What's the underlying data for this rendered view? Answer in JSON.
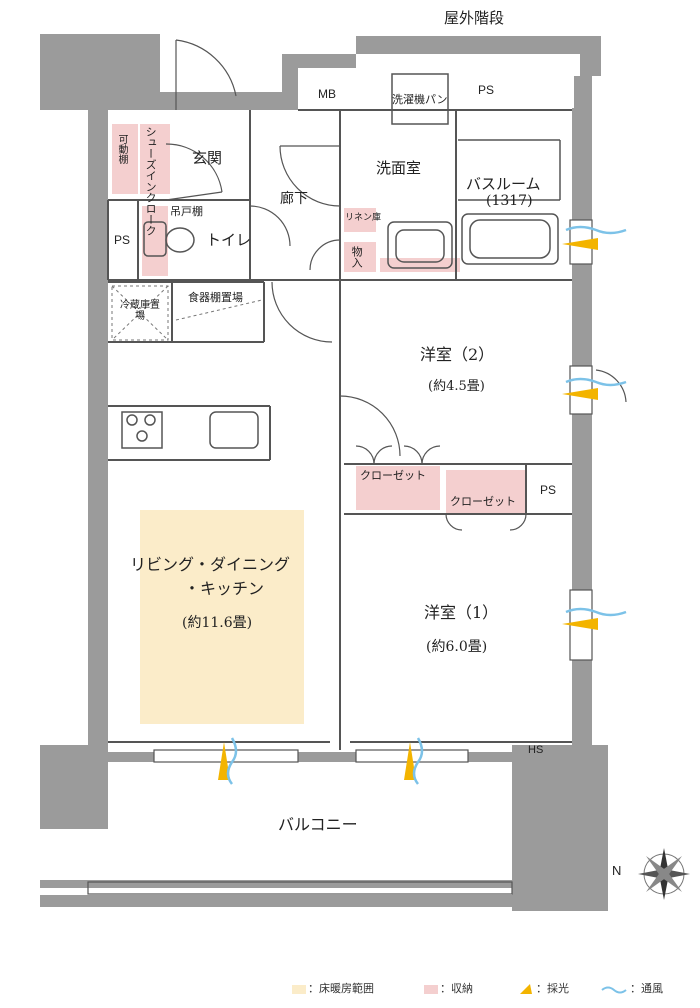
{
  "labels": {
    "exterior_stairs": "屋外階段",
    "mb": "MB",
    "ps_top": "PS",
    "washer_pan": "洗濯機パン",
    "entrance": "玄関",
    "shoe_closet": "シューズインクローク",
    "movable_shelf": "可動棚",
    "washroom": "洗面室",
    "bathroom": "バスルーム",
    "bathroom_size": "(1317)",
    "corridor": "廊下",
    "linen": "リネン庫",
    "storage": "物入",
    "hanging_shelf": "吊戸棚",
    "ps_left": "PS",
    "toilet": "トイレ",
    "fridge": "冷蔵庫置場",
    "dish_shelf": "食器棚置場",
    "room2": "洋室（2）",
    "room2_size": "(約4.5畳)",
    "closet_a": "クローゼット",
    "closet_b": "クローゼット",
    "ps_mid": "PS",
    "ldk_line1": "リビング・ダイニング",
    "ldk_line2": "・キッチン",
    "ldk_size": "(約11.6畳)",
    "room1": "洋室（1）",
    "room1_size": "(約6.0畳)",
    "hs": "HS",
    "balcony": "バルコニー",
    "north": "N"
  },
  "legend": [
    {
      "label": "：床暖房範囲",
      "color": "#fbecc9"
    },
    {
      "label": "：収納",
      "color": "#f4cfcf"
    },
    {
      "label": "：採光",
      "color": "#f3b400"
    },
    {
      "label": "：通風",
      "color": "#7cc2e8"
    }
  ],
  "colors": {
    "wall": "#9b9b9b",
    "line": "#555555",
    "floor_heating": "#fbecc9",
    "storage": "#f4cfcf",
    "light": "#f3b400",
    "wind": "#7cc2e8"
  }
}
